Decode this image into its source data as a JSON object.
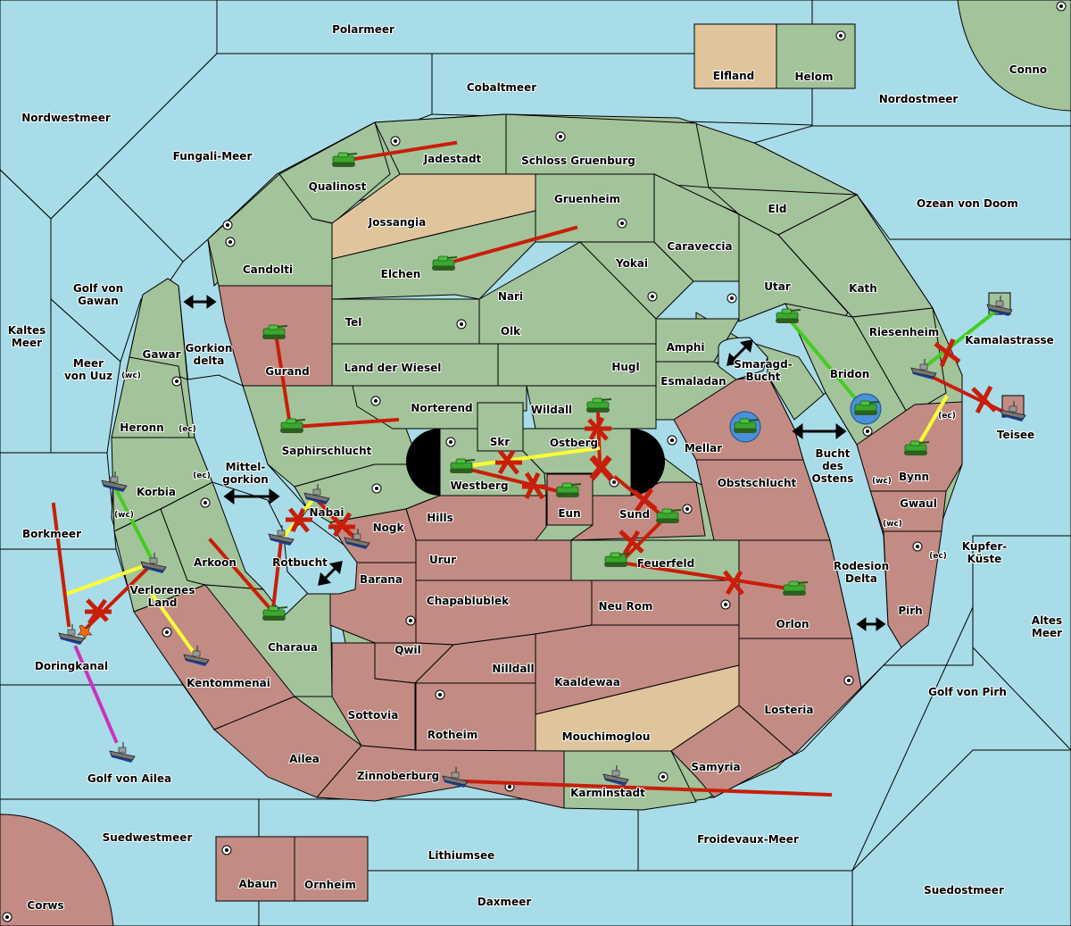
{
  "colors": {
    "sea": "#a8dce8",
    "player_green": "#a3c39a",
    "player_red": "#c28c84",
    "player_tan": "#e0c59c",
    "order_move": "#c81e0a",
    "order_support": "#ffff33",
    "order_convoy": "#44cc22",
    "order_retreat": "#cc33bb"
  },
  "sea_labels": [
    {
      "name": "Polarmeer"
    },
    {
      "name": "Cobaltmeer"
    },
    {
      "name": "Nordwestmeer"
    },
    {
      "name": "Fungali-Meer"
    },
    {
      "name": "Nordostmeer"
    },
    {
      "name": "Ozean von Doom"
    },
    {
      "name": "Golf von Gawan"
    },
    {
      "name": "Kaltes Meer"
    },
    {
      "name": "Meer von Uuz"
    },
    {
      "name": "Gorkion delta"
    },
    {
      "name": "Mittel-gorkion"
    },
    {
      "name": "Borkmeer"
    },
    {
      "name": "Doringkanal"
    },
    {
      "name": "Golf von Ailea"
    },
    {
      "name": "Suedwestmeer"
    },
    {
      "name": "Lithiumsee"
    },
    {
      "name": "Daxmeer"
    },
    {
      "name": "Froidevaux-Meer"
    },
    {
      "name": "Suedostmeer"
    },
    {
      "name": "Golf von Pirh"
    },
    {
      "name": "Altes Meer"
    },
    {
      "name": "Kupfer-Küste"
    },
    {
      "name": "Rodesion Delta"
    },
    {
      "name": "Bucht des Ostens"
    },
    {
      "name": "Smaragd-Bucht"
    },
    {
      "name": "Kamalastrasse"
    },
    {
      "name": "Teisee"
    },
    {
      "name": "Rotbucht"
    }
  ],
  "land_labels": [
    {
      "name": "Elfland",
      "owner": "tan"
    },
    {
      "name": "Helom",
      "owner": "green"
    },
    {
      "name": "Conno",
      "owner": "green"
    },
    {
      "name": "Qualinost",
      "owner": "green"
    },
    {
      "name": "Jadestadt",
      "owner": "green"
    },
    {
      "name": "Schloss Gruenburg",
      "owner": "green"
    },
    {
      "name": "Jossangia",
      "owner": "tan"
    },
    {
      "name": "Gruenheim",
      "owner": "green"
    },
    {
      "name": "Eld",
      "owner": "green"
    },
    {
      "name": "Candolti",
      "owner": "green"
    },
    {
      "name": "Elchen",
      "owner": "green"
    },
    {
      "name": "Caraveccia",
      "owner": "green"
    },
    {
      "name": "Yokai",
      "owner": "green"
    },
    {
      "name": "Nari",
      "owner": "green"
    },
    {
      "name": "Utar",
      "owner": "green"
    },
    {
      "name": "Kath",
      "owner": "green"
    },
    {
      "name": "Tel",
      "owner": "green"
    },
    {
      "name": "Olk",
      "owner": "green"
    },
    {
      "name": "Amphi",
      "owner": "green"
    },
    {
      "name": "Riesenheim",
      "owner": "green"
    },
    {
      "name": "Gurand",
      "owner": "red"
    },
    {
      "name": "Land der Wiesel",
      "owner": "green"
    },
    {
      "name": "Hugl",
      "owner": "green"
    },
    {
      "name": "Esmaladan",
      "owner": "green"
    },
    {
      "name": "Bridon",
      "owner": "green"
    },
    {
      "name": "Gawar",
      "owner": "green"
    },
    {
      "name": "Norterend",
      "owner": "green"
    },
    {
      "name": "Wildall",
      "owner": "green"
    },
    {
      "name": "Heronn",
      "owner": "green"
    },
    {
      "name": "Skr",
      "owner": "green"
    },
    {
      "name": "Ostberg",
      "owner": "green"
    },
    {
      "name": "Mellar",
      "owner": "red"
    },
    {
      "name": "Saphirschlucht",
      "owner": "green"
    },
    {
      "name": "Westberg",
      "owner": "green"
    },
    {
      "name": "Obstschlucht",
      "owner": "red"
    },
    {
      "name": "Korbia",
      "owner": "green"
    },
    {
      "name": "Nabai",
      "owner": "green"
    },
    {
      "name": "Eun",
      "owner": "red"
    },
    {
      "name": "Sund",
      "owner": "red"
    },
    {
      "name": "Bynn",
      "owner": "red"
    },
    {
      "name": "Gwaul",
      "owner": "red"
    },
    {
      "name": "Hills",
      "owner": "red"
    },
    {
      "name": "Nogk",
      "owner": "red"
    },
    {
      "name": "Arkoon",
      "owner": "green"
    },
    {
      "name": "Urur",
      "owner": "red"
    },
    {
      "name": "Feuerfeld",
      "owner": "green"
    },
    {
      "name": "Barana",
      "owner": "red"
    },
    {
      "name": "Verlorenes Land",
      "owner": "green"
    },
    {
      "name": "Chapablublek",
      "owner": "red"
    },
    {
      "name": "Neu Rom",
      "owner": "red"
    },
    {
      "name": "Orlon",
      "owner": "red"
    },
    {
      "name": "Pirh",
      "owner": "red"
    },
    {
      "name": "Charaua",
      "owner": "green"
    },
    {
      "name": "Qwil",
      "owner": "red"
    },
    {
      "name": "Nilldall",
      "owner": "red"
    },
    {
      "name": "Kaaldewaa",
      "owner": "red"
    },
    {
      "name": "Kentommenai",
      "owner": "red"
    },
    {
      "name": "Losteria",
      "owner": "red"
    },
    {
      "name": "Sottovia",
      "owner": "red"
    },
    {
      "name": "Rotheim",
      "owner": "red"
    },
    {
      "name": "Mouchimoglou",
      "owner": "tan"
    },
    {
      "name": "Ailea",
      "owner": "red"
    },
    {
      "name": "Samyria",
      "owner": "red"
    },
    {
      "name": "Zinnoberburg",
      "owner": "red"
    },
    {
      "name": "Karminstadt",
      "owner": "green"
    },
    {
      "name": "Abaun",
      "owner": "red"
    },
    {
      "name": "Ornheim",
      "owner": "red"
    },
    {
      "name": "Corws",
      "owner": "red"
    }
  ],
  "coast_labels": [
    "(wc)",
    "(ec)",
    "(ec)",
    "(wc)",
    "(ec)",
    "(wc)",
    "(wc)",
    "(ec)"
  ],
  "units": [
    {
      "type": "army",
      "owner": "green",
      "location": "Qualinost"
    },
    {
      "type": "army",
      "owner": "green",
      "location": "Elchen"
    },
    {
      "type": "army",
      "owner": "green",
      "location": "Gurand"
    },
    {
      "type": "army",
      "owner": "green",
      "location": "Saphirschlucht"
    },
    {
      "type": "army",
      "owner": "green",
      "location": "Utar"
    },
    {
      "type": "army",
      "owner": "green",
      "location": "Wildall"
    },
    {
      "type": "army",
      "owner": "green",
      "location": "Westberg"
    },
    {
      "type": "army",
      "owner": "green",
      "location": "Eun"
    },
    {
      "type": "army",
      "owner": "green",
      "location": "Sund"
    },
    {
      "type": "army",
      "owner": "green",
      "location": "Feuerfeld"
    },
    {
      "type": "army",
      "owner": "green",
      "location": "Orlon"
    },
    {
      "type": "army",
      "owner": "green",
      "location": "Charaua"
    },
    {
      "type": "army",
      "owner": "green",
      "location": "Bynn"
    },
    {
      "type": "army",
      "owner": "green",
      "location": "Bridon",
      "dislodged": true
    },
    {
      "type": "army",
      "owner": "green",
      "location": "Mellar",
      "dislodged": true
    },
    {
      "type": "fleet",
      "owner": "green",
      "location": "Korbia (wc)"
    },
    {
      "type": "fleet",
      "owner": "green",
      "location": "Verlorenes Land"
    },
    {
      "type": "fleet",
      "owner": "green",
      "location": "Nabai"
    },
    {
      "type": "fleet",
      "owner": "green",
      "location": "Nogk"
    },
    {
      "type": "fleet",
      "owner": "green",
      "location": "Rotbucht"
    },
    {
      "type": "fleet",
      "owner": "green",
      "location": "Doringkanal"
    },
    {
      "type": "fleet",
      "owner": "red",
      "location": "Golf von Ailea"
    },
    {
      "type": "fleet",
      "owner": "green",
      "location": "Kentommenai"
    },
    {
      "type": "fleet",
      "owner": "green",
      "location": "Zinnoberburg"
    },
    {
      "type": "fleet",
      "owner": "red",
      "location": "Karminstadt"
    },
    {
      "type": "fleet",
      "owner": "green",
      "location": "Kamalastrasse"
    },
    {
      "type": "fleet",
      "owner": "green",
      "location": "Riesenheim"
    },
    {
      "type": "fleet",
      "owner": "red",
      "location": "Teisee"
    }
  ]
}
